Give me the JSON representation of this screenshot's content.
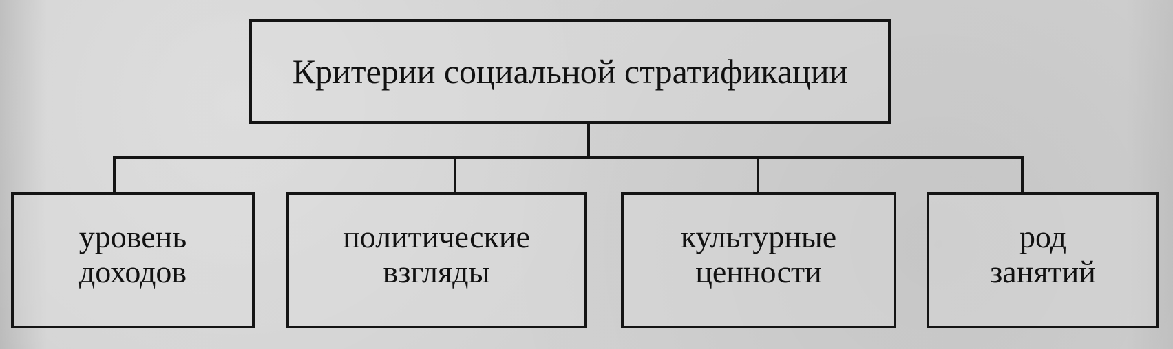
{
  "diagram": {
    "root": {
      "label": "Критерии социальной стратификации"
    },
    "children": [
      {
        "line1": "уровень",
        "line2": "доходов"
      },
      {
        "line1": "политические",
        "line2": "взгляды"
      },
      {
        "line1": "культурные",
        "line2": "ценности"
      },
      {
        "line1": "род",
        "line2": "занятий"
      }
    ]
  },
  "colors": {
    "background": "#cfcfcf",
    "ink": "#141414"
  }
}
